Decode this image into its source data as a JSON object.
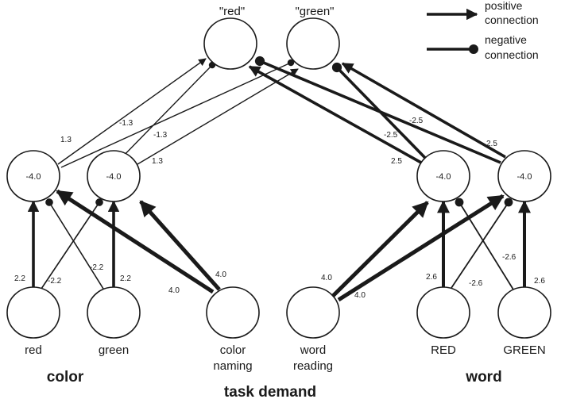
{
  "legend": {
    "positive_line1": "positive",
    "positive_line2": "connection",
    "negative_line1": "negative",
    "negative_line2": "connection"
  },
  "output_nodes": {
    "red_label": "\"red\"",
    "green_label": "\"green\""
  },
  "hidden_nodes": {
    "color_red_value": "-4.0",
    "color_green_value": "-4.0",
    "word_red_value": "-4.0",
    "word_green_value": "-4.0"
  },
  "input_nodes": {
    "red": "red",
    "green": "green",
    "color_naming_line1": "color",
    "color_naming_line2": "naming",
    "word_reading_line1": "word",
    "word_reading_line2": "reading",
    "RED": "RED",
    "GREEN": "GREEN"
  },
  "groups": {
    "color": "color",
    "task_demand": "task demand",
    "word": "word"
  },
  "weights": {
    "color_red_to_red": "1.3",
    "color_red_to_green": "-1.3",
    "color_green_to_red": "-1.3",
    "color_green_to_green": "1.3",
    "word_red_to_red": "2.5",
    "word_red_to_green": "-2.5",
    "word_green_to_red": "-2.5",
    "word_green_to_green": "2.5",
    "in_red_to_hred": "2.2",
    "in_red_to_hgreen": "-2.2",
    "in_green_to_hred": "-2.2",
    "in_green_to_hgreen": "2.2",
    "cn_to_hred": "4.0",
    "cn_to_hgreen": "4.0",
    "wr_to_wred": "4.0",
    "wr_to_wgreen": "4.0",
    "in_RED_to_wred": "2.6",
    "in_RED_to_wgreen": "-2.6",
    "in_GREEN_to_wred": "-2.6",
    "in_GREEN_to_wgreen": "2.6"
  }
}
